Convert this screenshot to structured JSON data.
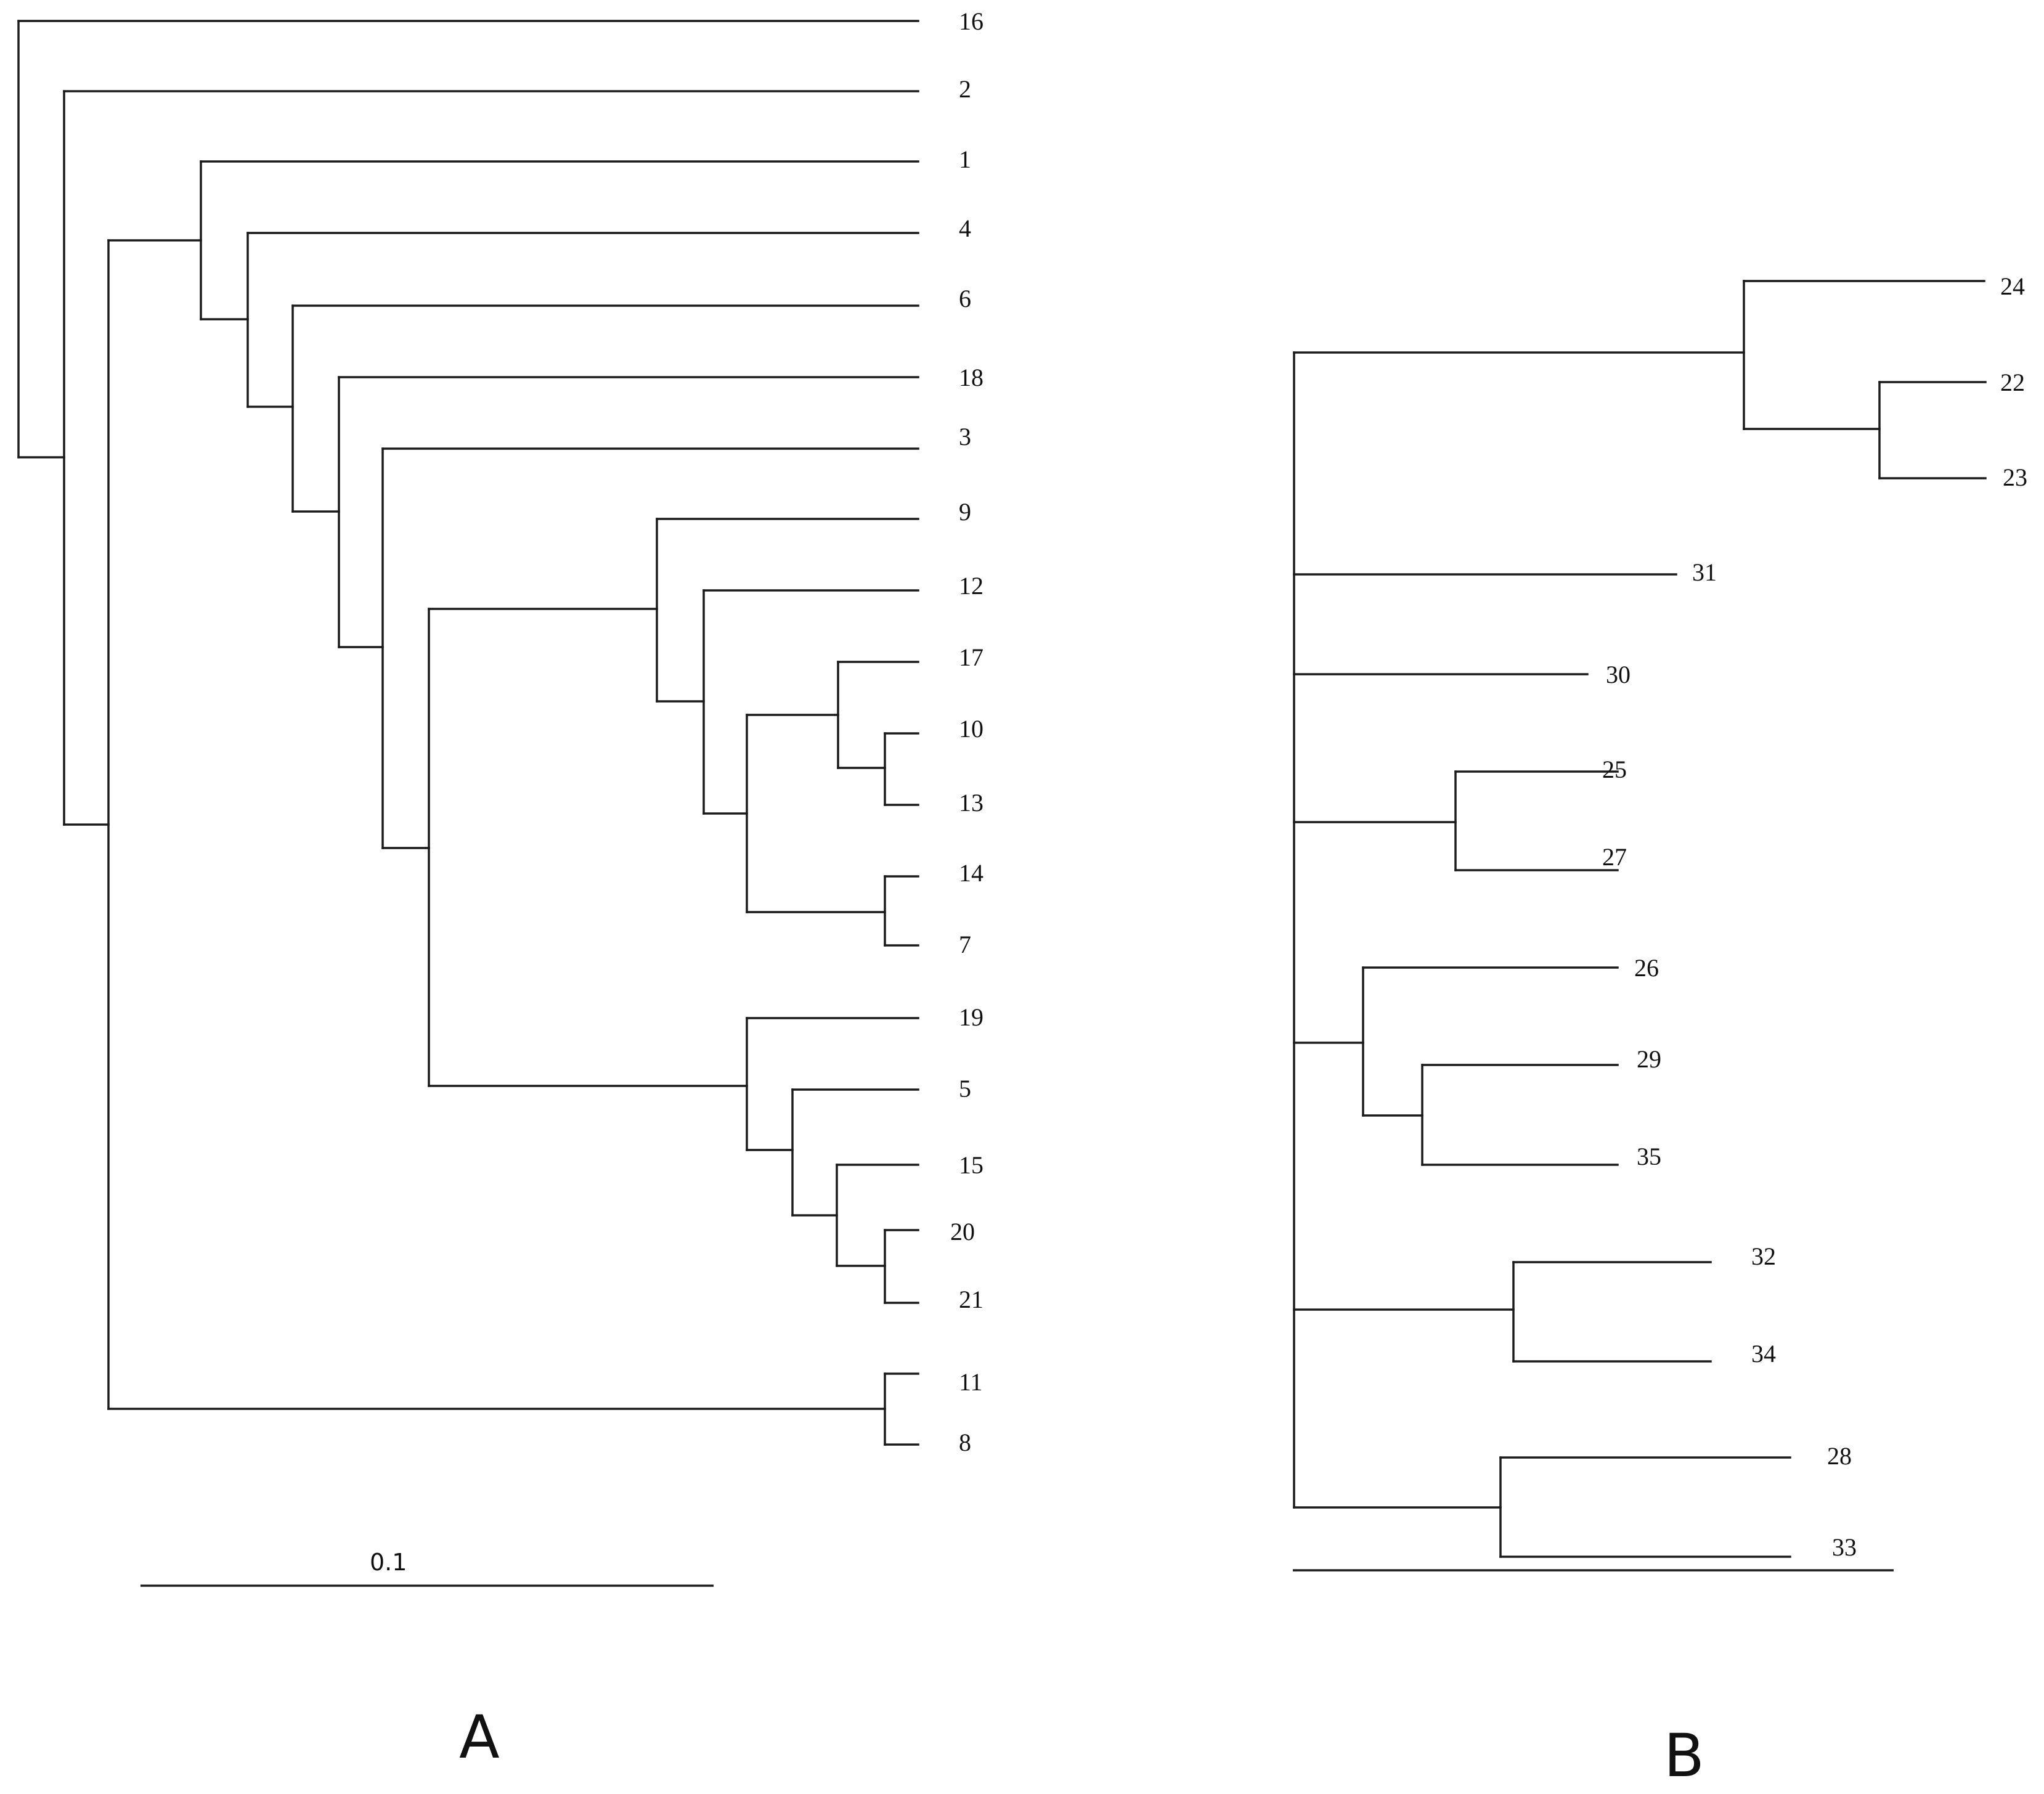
{
  "panels": [
    {
      "id": "A",
      "label": "A",
      "scale_label": "0.1",
      "tree": [
        [
          [
            "16"
          ],
          [
            [
              "2"
            ],
            [
              [
                [
                  "1"
                ],
                [
                  [
                    "4"
                  ],
                  [
                    [
                      "6"
                    ],
                    [
                      [
                        "18"
                      ],
                      [
                        [
                          "3"
                        ],
                        [
                          [
                            [
                              "9"
                            ],
                            [
                              [
                                "12"
                              ],
                              [
                                [
                                  [
                                    "17"
                                  ],
                                  [
                                    [
                                      "10"
                                    ],
                                    [
                                      "13"
                                    ]
                                  ]
                                ],
                                [
                                  [
                                    "14"
                                  ],
                                  [
                                    "7"
                                  ]
                                ]
                              ]
                            ]
                          ],
                          [
                            [
                              "19"
                            ],
                            [
                              [
                                "5"
                              ],
                              [
                                [
                                  "15"
                                ],
                                [
                                  [
                                    "20"
                                  ],
                                  [
                                    "21"
                                  ]
                                ]
                              ]
                            ]
                          ]
                        ]
                      ]
                    ]
                  ]
                ]
              ],
              [
                [
                  "11"
                ],
                [
                  "8"
                ]
              ]
            ]
          ]
        ]
      ]
    },
    {
      "id": "B",
      "label": "B",
      "tree": [
        [
          [
            "24"
          ],
          [
            [
              "22"
            ],
            [
              "23"
            ]
          ]
        ],
        [
          "31"
        ],
        [
          "30"
        ],
        [
          [
            "25"
          ],
          [
            "27"
          ]
        ],
        [
          [
            "26"
          ],
          [
            [
              "29"
            ],
            [
              "35"
            ]
          ]
        ],
        [
          [
            "32"
          ],
          [
            "34"
          ]
        ],
        [
          [
            "28"
          ],
          [
            "33"
          ]
        ]
      ]
    }
  ]
}
